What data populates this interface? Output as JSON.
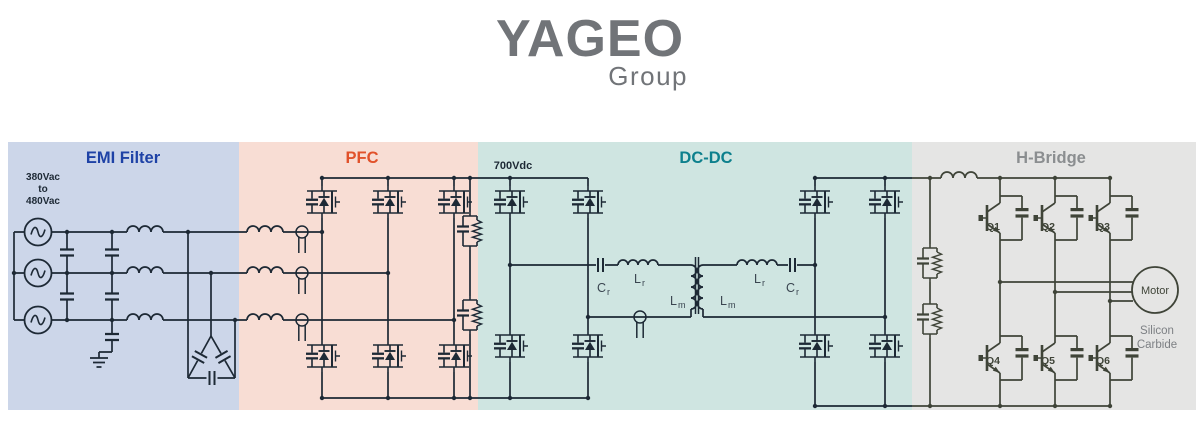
{
  "logo": {
    "brand": "YAGEO",
    "suffix": "Group"
  },
  "colors": {
    "wire": "#1d2935",
    "wire_hbridge": "#3f4438",
    "label": "#3a4550",
    "muted": "#7d8084",
    "logo": "#717478"
  },
  "sections": {
    "emi": {
      "title": "EMI Filter",
      "title_color": "#1e42a6",
      "bg": "#ccd6e9",
      "input_label": [
        "380Vac",
        "to",
        "480Vac"
      ]
    },
    "pfc": {
      "title": "PFC",
      "title_color": "#e1512a",
      "bg": "#f8ddd4"
    },
    "dcdc": {
      "title": "DC-DC",
      "title_color": "#0d808d",
      "bg": "#cfe5e1",
      "bus_voltage": "700Vdc",
      "labels": {
        "cap_base": "C",
        "ind_base": "L",
        "res_sub": "r",
        "mag_sub": "m"
      }
    },
    "hbridge": {
      "title": "H-Bridge",
      "title_color": "#8b8e90",
      "bg": "#e5e5e4",
      "igbts": [
        "Q1",
        "Q2",
        "Q3",
        "Q4",
        "Q5",
        "Q6"
      ],
      "motor_label": "Motor",
      "material": [
        "Silicon",
        "Carbide"
      ]
    }
  }
}
